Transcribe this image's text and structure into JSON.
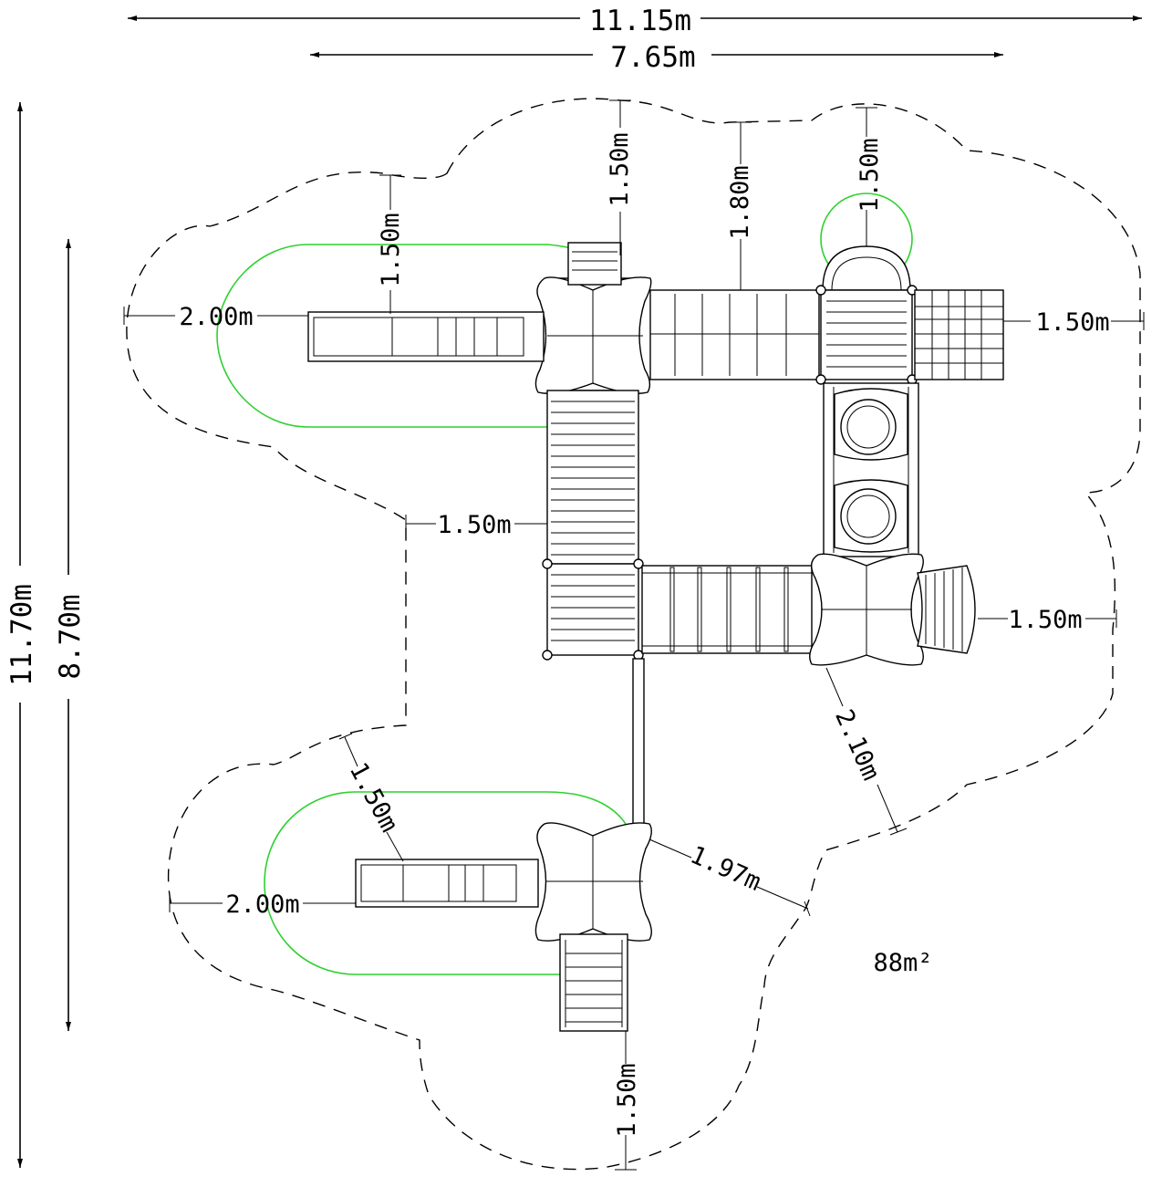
{
  "dimensions": {
    "overall_width": "11.15m",
    "inner_width": "7.65m",
    "overall_height": "11.70m",
    "inner_height": "8.70m",
    "top_tower_left": "1.50m",
    "top_bridge": "1.80m",
    "top_arch": "1.50m",
    "left_slide_top": "1.50m",
    "left_slide_length": "2.00m",
    "right_net": "1.50m",
    "left_column": "1.50m",
    "right_tunnel": "1.50m",
    "diag_right": "2.10m",
    "lower_slide_top": "1.50m",
    "lower_slide_length": "2.00m",
    "diag_lower": "1.97m",
    "bottom_ladder": "1.50m"
  },
  "area": "88m²",
  "colors": {
    "line": "#000000",
    "slide_zone": "#2fd12f",
    "background": "#ffffff"
  }
}
